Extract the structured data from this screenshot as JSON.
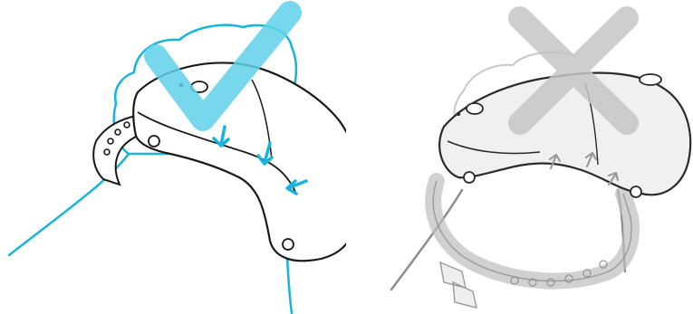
{
  "diagram": {
    "panels": [
      {
        "id": "correct-fit",
        "status": "correct",
        "indicator_icon": "checkmark-icon",
        "indicator_color": "#5fd0ea",
        "accent_color": "#18b4dc",
        "line_color": "#1a1a1a",
        "fill_color": "#ffffff"
      },
      {
        "id": "incorrect-fit",
        "status": "incorrect",
        "indicator_icon": "cross-icon",
        "indicator_color": "#c6c6c6",
        "accent_color": "#9a9a9a",
        "line_color": "#2a2a2a",
        "fill_color": "#f0f0f0"
      }
    ]
  }
}
